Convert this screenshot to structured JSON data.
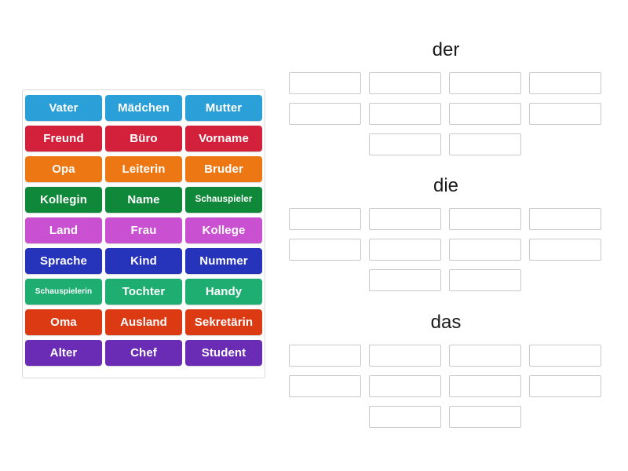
{
  "app": {
    "activity_type": "group-sort",
    "background_color": "#ffffff"
  },
  "tile_bank": {
    "name": "word-tile-bank",
    "columns": 3,
    "tiles": [
      {
        "label": "Vater",
        "color": "#2a9fd8",
        "size": "normal"
      },
      {
        "label": "Mädchen",
        "color": "#2a9fd8",
        "size": "normal"
      },
      {
        "label": "Mutter",
        "color": "#2a9fd8",
        "size": "normal"
      },
      {
        "label": "Freund",
        "color": "#d3203b",
        "size": "normal"
      },
      {
        "label": "Büro",
        "color": "#d3203b",
        "size": "normal"
      },
      {
        "label": "Vorname",
        "color": "#d3203b",
        "size": "normal"
      },
      {
        "label": "Opa",
        "color": "#ed7712",
        "size": "normal"
      },
      {
        "label": "Leiterin",
        "color": "#ed7712",
        "size": "normal"
      },
      {
        "label": "Bruder",
        "color": "#ed7712",
        "size": "normal"
      },
      {
        "label": "Kollegin",
        "color": "#10883a",
        "size": "normal"
      },
      {
        "label": "Name",
        "color": "#10883a",
        "size": "normal"
      },
      {
        "label": "Schauspieler",
        "color": "#10883a",
        "size": "small"
      },
      {
        "label": "Land",
        "color": "#ca50d2",
        "size": "normal"
      },
      {
        "label": "Frau",
        "color": "#ca50d2",
        "size": "normal"
      },
      {
        "label": "Kollege",
        "color": "#ca50d2",
        "size": "normal"
      },
      {
        "label": "Sprache",
        "color": "#2633bb",
        "size": "normal"
      },
      {
        "label": "Kind",
        "color": "#2633bb",
        "size": "normal"
      },
      {
        "label": "Nummer",
        "color": "#2633bb",
        "size": "normal"
      },
      {
        "label": "Schauspielerin",
        "color": "#1fae72",
        "size": "smaller"
      },
      {
        "label": "Tochter",
        "color": "#1fae72",
        "size": "normal"
      },
      {
        "label": "Handy",
        "color": "#1fae72",
        "size": "normal"
      },
      {
        "label": "Oma",
        "color": "#dc3a13",
        "size": "normal"
      },
      {
        "label": "Ausland",
        "color": "#dc3a13",
        "size": "normal"
      },
      {
        "label": "Sekretärin",
        "color": "#dc3a13",
        "size": "normal"
      },
      {
        "label": "Alter",
        "color": "#6a2cb5",
        "size": "normal"
      },
      {
        "label": "Chef",
        "color": "#6a2cb5",
        "size": "normal"
      },
      {
        "label": "Student",
        "color": "#6a2cb5",
        "size": "normal"
      }
    ]
  },
  "groups": [
    {
      "title": "der",
      "slot_count": 10,
      "slots": [
        "",
        "",
        "",
        "",
        "",
        "",
        "",
        "",
        "",
        ""
      ]
    },
    {
      "title": "die",
      "slot_count": 10,
      "slots": [
        "",
        "",
        "",
        "",
        "",
        "",
        "",
        "",
        "",
        ""
      ]
    },
    {
      "title": "das",
      "slot_count": 10,
      "slots": [
        "",
        "",
        "",
        "",
        "",
        "",
        "",
        "",
        "",
        ""
      ]
    }
  ]
}
